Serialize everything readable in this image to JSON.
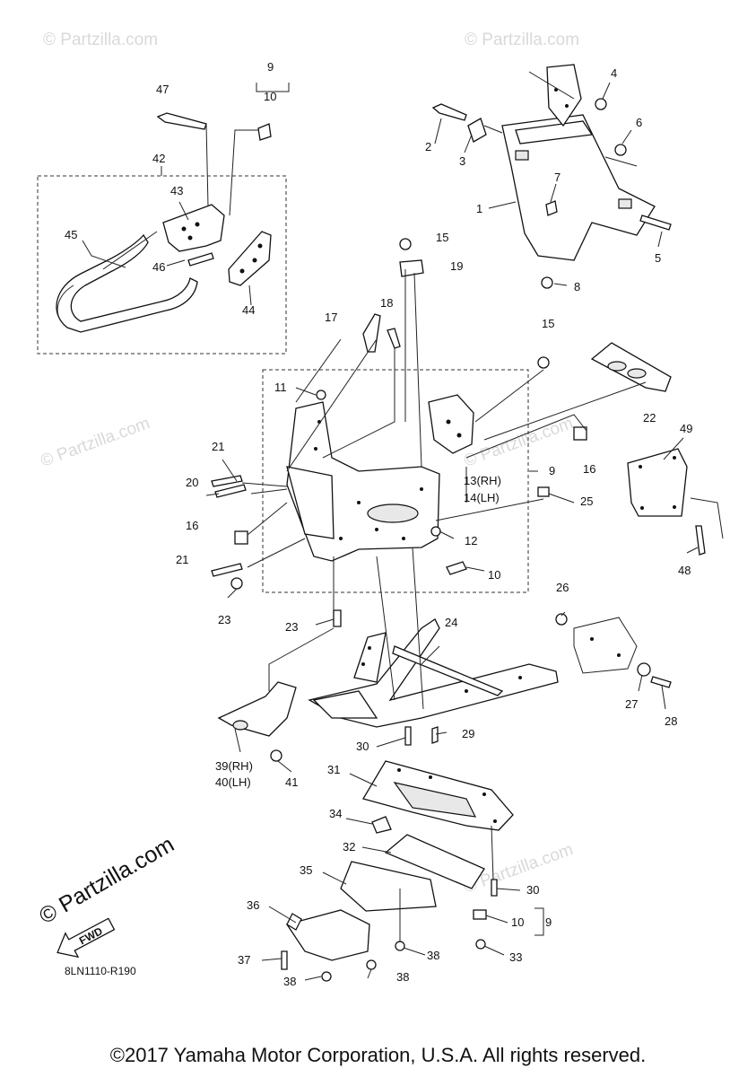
{
  "watermarks": [
    "© Partzilla.com",
    "© Partzilla.com",
    "© Partzilla.com",
    "© Partzilla.com",
    "© Partzilla.com",
    "© Partzilla.com",
    "© Partzilla.com"
  ],
  "brand_watermark": "© Partzilla.com",
  "fwd_label": "FWD",
  "diagram_code": "8LN1110-R190",
  "copyright": "©2017 Yamaha Motor Corporation, U.S.A. All rights reserved.",
  "callouts": {
    "c1": "1",
    "c2": "2",
    "c3": "3",
    "c4": "4",
    "c5": "5",
    "c6": "6",
    "c7": "7",
    "c8": "8",
    "c9a": "9",
    "c10a": "10",
    "c9b": "9",
    "c10b": "10",
    "c9c": "9",
    "c10c": "10",
    "c11": "11",
    "c12": "12",
    "c13": "13(RH)",
    "c14": "14(LH)",
    "c15a": "15",
    "c15b": "15",
    "c16a": "16",
    "c16b": "16",
    "c17": "17",
    "c18": "18",
    "c19": "19",
    "c20": "20",
    "c21a": "21",
    "c21b": "21",
    "c22": "22",
    "c23a": "23",
    "c23b": "23",
    "c24": "24",
    "c25": "25",
    "c26": "26",
    "c27": "27",
    "c28": "28",
    "c29": "29",
    "c30a": "30",
    "c30b": "30",
    "c31": "31",
    "c32": "32",
    "c33": "33",
    "c34": "34",
    "c35": "35",
    "c36": "36",
    "c37": "37",
    "c38a": "38",
    "c38b": "38",
    "c38c": "38",
    "c39": "39(RH)",
    "c40": "40(LH)",
    "c41": "41",
    "c42": "42",
    "c43": "43",
    "c44": "44",
    "c45": "45",
    "c46": "46",
    "c47": "47",
    "c48": "48",
    "c49": "49"
  }
}
